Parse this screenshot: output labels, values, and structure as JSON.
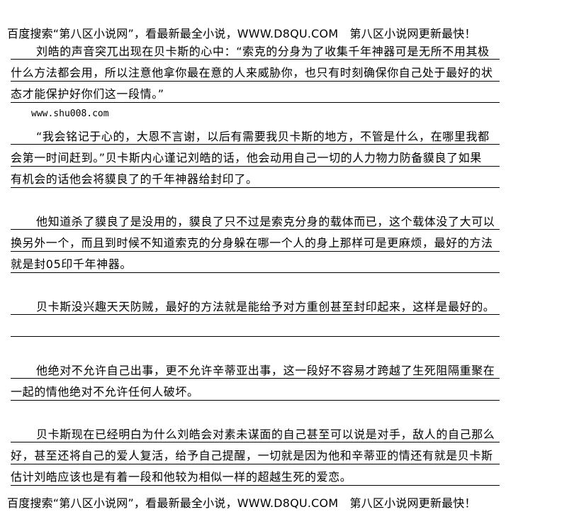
{
  "header_banner": "百度搜索“第八区小说网”，看最新最全小说，WWW.D8QU.COM　第八区小说网更新最快！",
  "footer_banner": "百度搜索“第八区小说网”，看最新最全小说，WWW.D8QU.COM　第八区小说网更新最快！",
  "site_mark": "www.shu008.com",
  "paragraphs": [
    {
      "lines": [
        "刘皓的声音突兀出现在贝卡斯的心中：“索克的分身为了收集千年神器可是无所不用其极",
        "什么方法都会用，所以注意他拿你最在意的人来威胁你，也只有时刻确保你自己处于最好的状",
        "态才能保护好你们这一段情。”"
      ]
    },
    {
      "lines": [
        "“我会铭记于心的，大恩不言谢，以后有需要我贝卡斯的地方，不管是什么，在哪里我都",
        "会第一时间赶到。”贝卡斯内心谨记刘皓的话，他会动用自己一切的人力物力防备貘良了如果",
        "有机会的话他会将貘良了的千年神器给封印了。"
      ]
    },
    {
      "lines": [
        "他知道杀了貘良了是没用的，貘良了只不过是索克分身的载体而已，这个载体没了大可以",
        "换另外一个，而且到时候不知道索克的分身躲在哪一个人的身上那样可是更麻烦，最好的方法",
        "就是封05印千年神器。"
      ]
    },
    {
      "lines": [
        "贝卡斯没兴趣天天防贼，最好的方法就是能给予对方重创甚至封印起来，这样是最好的。",
        ""
      ]
    },
    {
      "lines": [
        "他绝对不允许自己出事，更不允许辛蒂亚出事，这一段好不容易才跨越了生死阻隔重聚在",
        "一起的情他绝对不允许任何人破坏。"
      ]
    },
    {
      "lines": [
        "贝卡斯现在已经明白为什么刘皓会对素未谋面的自己甚至可以说是对手，敌人的自己那么",
        "好，甚至还将自己的爱人复活，给予自己提醒，一切就是因为他和辛蒂亚的情还有就是贝卡斯",
        "估计刘皓应该也是有着一段和他较为相似一样的超越生死的爱恋。"
      ]
    }
  ]
}
